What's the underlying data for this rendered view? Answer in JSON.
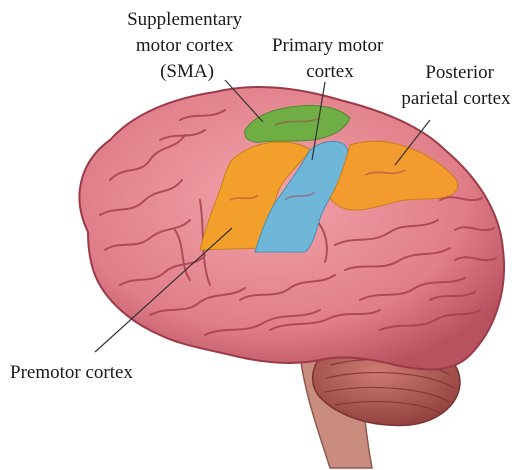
{
  "labels": {
    "sma_line1": "Supplementary",
    "sma_line2": "motor cortex",
    "sma_line3": "(SMA)",
    "primary_line1": "Primary motor",
    "primary_line2": "cortex",
    "posterior_line1": "Posterior",
    "posterior_line2": "parietal cortex",
    "premotor": "Premotor cortex"
  },
  "colors": {
    "cortex": "#e58a92",
    "cortex_shadow": "#b9525f",
    "sulci": "#a8404e",
    "cerebellum": "#b55a55",
    "brainstem": "#c98c7e",
    "sma_region": "#6fae45",
    "premotor_region": "#f2a02b",
    "primary_region": "#6fb7d8",
    "posterior_region": "#f39b2e",
    "leader_line": "#333333"
  }
}
